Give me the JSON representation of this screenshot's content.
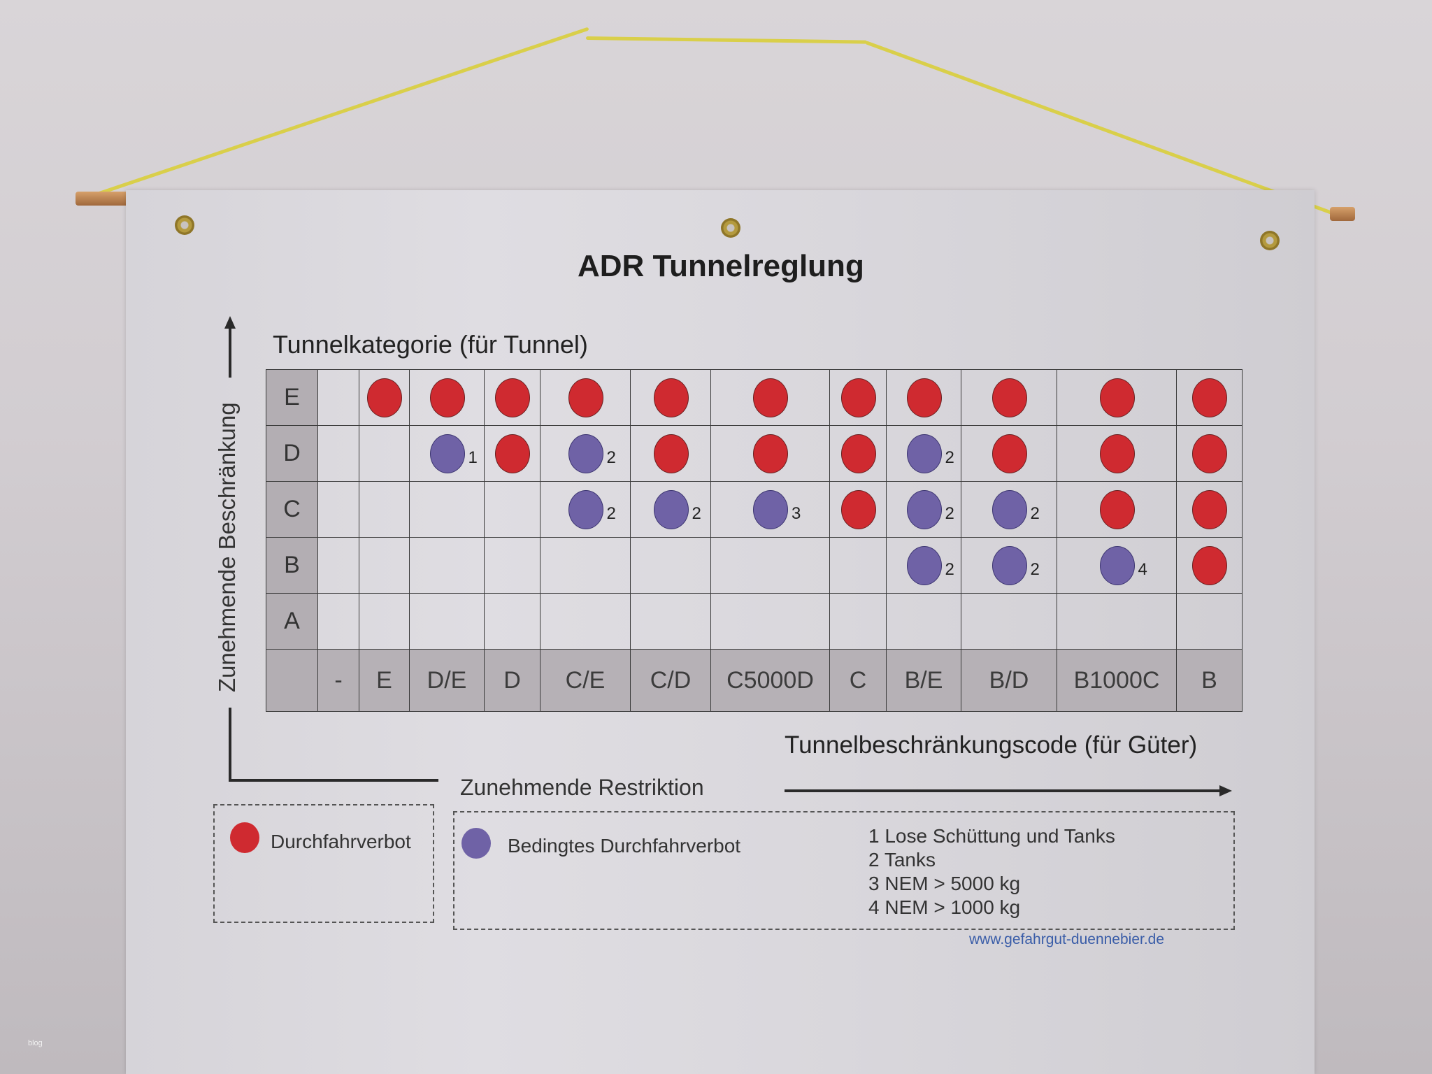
{
  "title": "ADR Tunnelreglung",
  "y_axis_title": "Tunnelkategorie (für Tunnel)",
  "y_axis_direction": "Zunehmende Beschränkung",
  "x_axis_title": "Tunnelbeschränkungscode (für Güter)",
  "x_axis_direction": "Zunehmende Restriktion",
  "legend": {
    "red_label": "Durchfahrverbot",
    "blue_label": "Bedingtes Durchfahrverbot",
    "red_color": "#cf2a30",
    "blue_color": "#6f62a6",
    "notes": [
      "1 Lose Schüttung und Tanks",
      "2 Tanks",
      "3 NEM > 5000 kg",
      "4 NEM > 1000 kg"
    ]
  },
  "url": "www.gefahrgut-duennebier.de",
  "watermark": "blog",
  "chart_data": {
    "type": "table",
    "title": "ADR Tunnelreglung",
    "xlabel": "Tunnelbeschränkungscode (für Güter)",
    "ylabel": "Tunnelkategorie (für Tunnel)",
    "columns": [
      "-",
      "E",
      "D/E",
      "D",
      "C/E",
      "C/D",
      "C5000D",
      "C",
      "B/E",
      "B/D",
      "B1000C",
      "B"
    ],
    "rows": [
      "E",
      "D",
      "C",
      "B",
      "A"
    ],
    "cells": {
      "E": [
        "",
        "red",
        "red",
        "red",
        "red",
        "red",
        "red",
        "red",
        "red",
        "red",
        "red",
        "red"
      ],
      "D": [
        "",
        "",
        "blue:1",
        "red",
        "blue:2",
        "red",
        "red",
        "red",
        "blue:2",
        "red",
        "red",
        "red"
      ],
      "C": [
        "",
        "",
        "",
        "",
        "blue:2",
        "blue:2",
        "blue:3",
        "red",
        "blue:2",
        "blue:2",
        "red",
        "red"
      ],
      "B": [
        "",
        "",
        "",
        "",
        "",
        "",
        "",
        "",
        "blue:2",
        "blue:2",
        "blue:4",
        "red"
      ],
      "A": [
        "",
        "",
        "",
        "",
        "",
        "",
        "",
        "",
        "",
        "",
        "",
        ""
      ]
    },
    "legend": {
      "red": "Durchfahrverbot",
      "blue": "Bedingtes Durchfahrverbot"
    },
    "footnotes": {
      "1": "Lose Schüttung und Tanks",
      "2": "Tanks",
      "3": "NEM > 5000 kg",
      "4": "NEM > 1000 kg"
    }
  }
}
